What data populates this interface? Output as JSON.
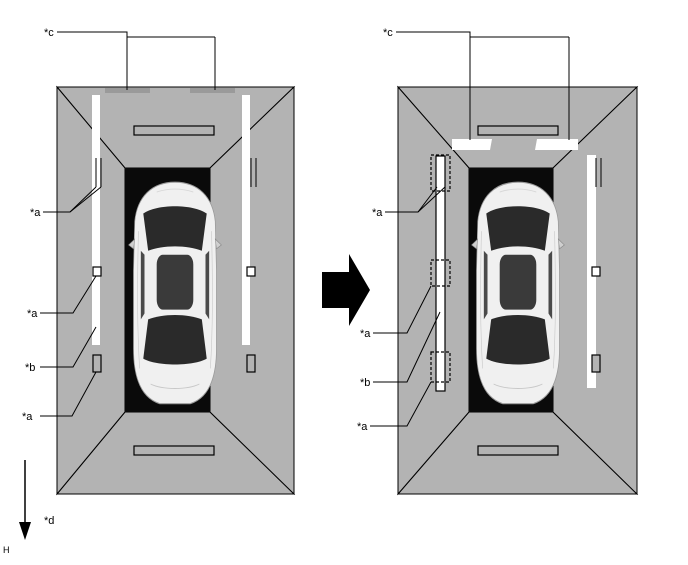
{
  "callouts": {
    "a": "*a",
    "b": "*b",
    "c": "*c",
    "d": "*d"
  },
  "footer_code": "H",
  "colors": {
    "floor": "#b3b3b3",
    "pit": "#0a0a0a",
    "marker_line": "#ffffff",
    "outline": "#000000",
    "arrow": "#000000"
  },
  "icons": {
    "step_arrow": "right-arrow-icon",
    "direction_arrow": "down-arrow-icon",
    "vehicle": "car-top-view-icon"
  }
}
